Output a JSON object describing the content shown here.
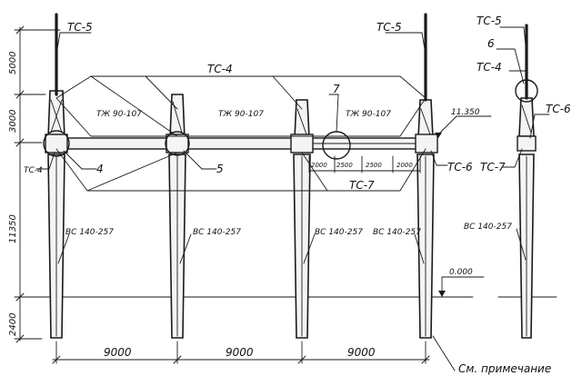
{
  "labels": {
    "ts5_left": "ТС-5",
    "ts4_top": "ТС-4",
    "beam1": "ТЖ 90-107",
    "beam2": "ТЖ 90-107",
    "beam3": "ТЖ 90-107",
    "ts5_mid": "ТС-5",
    "ts5_right": "ТС-5",
    "num6": "6",
    "ts4_right": "ТС-4",
    "ts6_right": "ТС-6",
    "ts7_right": "ТС-7",
    "num7": "7",
    "elev_top": "11.350",
    "ts4_left": "ТС-4",
    "num4": "4",
    "num5": "5",
    "ts6_mid": "ТС-6",
    "ts7_mid": "ТС-7",
    "col1": "ВС 140-257",
    "col2": "ВС 140-257",
    "col3": "ВС 140-257",
    "col4": "ВС 140-257",
    "col5": "ВС 140-257",
    "elev_zero": "0.000",
    "span1": "9000",
    "span2": "9000",
    "span3": "9000",
    "note": "См. примечание",
    "dim_a": "2000",
    "dim_b": "2500",
    "dim_c": "2500",
    "dim_d": "2000"
  },
  "vertical_dims": {
    "d1": "5000",
    "d2": "3000",
    "d3": "11350",
    "d4": "2400"
  }
}
